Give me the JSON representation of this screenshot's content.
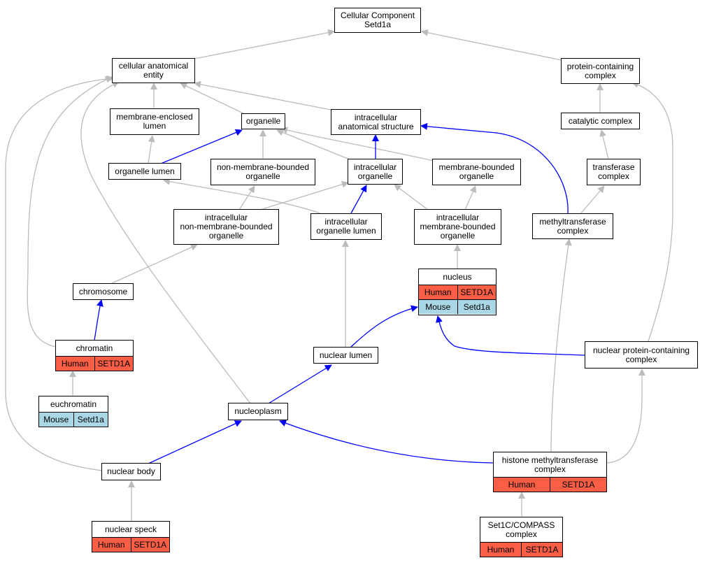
{
  "colors": {
    "human": "#fa5f46",
    "mouse": "#aad7e6",
    "is_a_edge": "#bbbbbb",
    "part_of_edge": "#0000ff"
  },
  "nodes": {
    "root": {
      "label": "Cellular Component\nSetd1a"
    },
    "cellular_anatomical_entity": {
      "label": "cellular anatomical\nentity"
    },
    "protein_containing_complex": {
      "label": "protein-containing\ncomplex"
    },
    "membrane_enclosed_lumen": {
      "label": "membrane-enclosed\nlumen"
    },
    "organelle": {
      "label": "organelle"
    },
    "intracellular_anatomical_structure": {
      "label": "intracellular\nanatomical structure"
    },
    "catalytic_complex": {
      "label": "catalytic complex"
    },
    "organelle_lumen": {
      "label": "organelle lumen"
    },
    "non_membrane_bounded_organelle": {
      "label": "non-membrane-bounded\norganelle"
    },
    "intracellular_organelle": {
      "label": "intracellular\norganelle"
    },
    "membrane_bounded_organelle": {
      "label": "membrane-bounded\norganelle"
    },
    "transferase_complex": {
      "label": "transferase\ncomplex"
    },
    "intracellular_non_membrane_bounded_organelle": {
      "label": "intracellular\nnon-membrane-bounded\norganelle"
    },
    "intracellular_organelle_lumen": {
      "label": "intracellular\norganelle lumen"
    },
    "intracellular_membrane_bounded_organelle": {
      "label": "intracellular\nmembrane-bounded\norganelle"
    },
    "methyltransferase_complex": {
      "label": "methyltransferase\ncomplex"
    },
    "nucleus": {
      "label": "nucleus",
      "rows": [
        [
          "Human",
          "SETD1A"
        ],
        [
          "Mouse",
          "Setd1a"
        ]
      ]
    },
    "chromosome": {
      "label": "chromosome"
    },
    "chromatin": {
      "label": "chromatin",
      "rows": [
        [
          "Human",
          "SETD1A"
        ]
      ]
    },
    "nuclear_lumen": {
      "label": "nuclear lumen"
    },
    "nuclear_protein_containing_complex": {
      "label": "nuclear protein-containing\ncomplex"
    },
    "euchromatin": {
      "label": "euchromatin",
      "rows": [
        [
          "Mouse",
          "Setd1a"
        ]
      ]
    },
    "nucleoplasm": {
      "label": "nucleoplasm"
    },
    "histone_methyltransferase_complex": {
      "label": "histone methyltransferase\ncomplex",
      "rows": [
        [
          "Human",
          "SETD1A"
        ]
      ]
    },
    "nuclear_body": {
      "label": "nuclear body"
    },
    "nuclear_speck": {
      "label": "nuclear speck",
      "rows": [
        [
          "Human",
          "SETD1A"
        ]
      ]
    },
    "set1c_compass_complex": {
      "label": "Set1C/COMPASS\ncomplex",
      "rows": [
        [
          "Human",
          "SETD1A"
        ]
      ]
    }
  }
}
